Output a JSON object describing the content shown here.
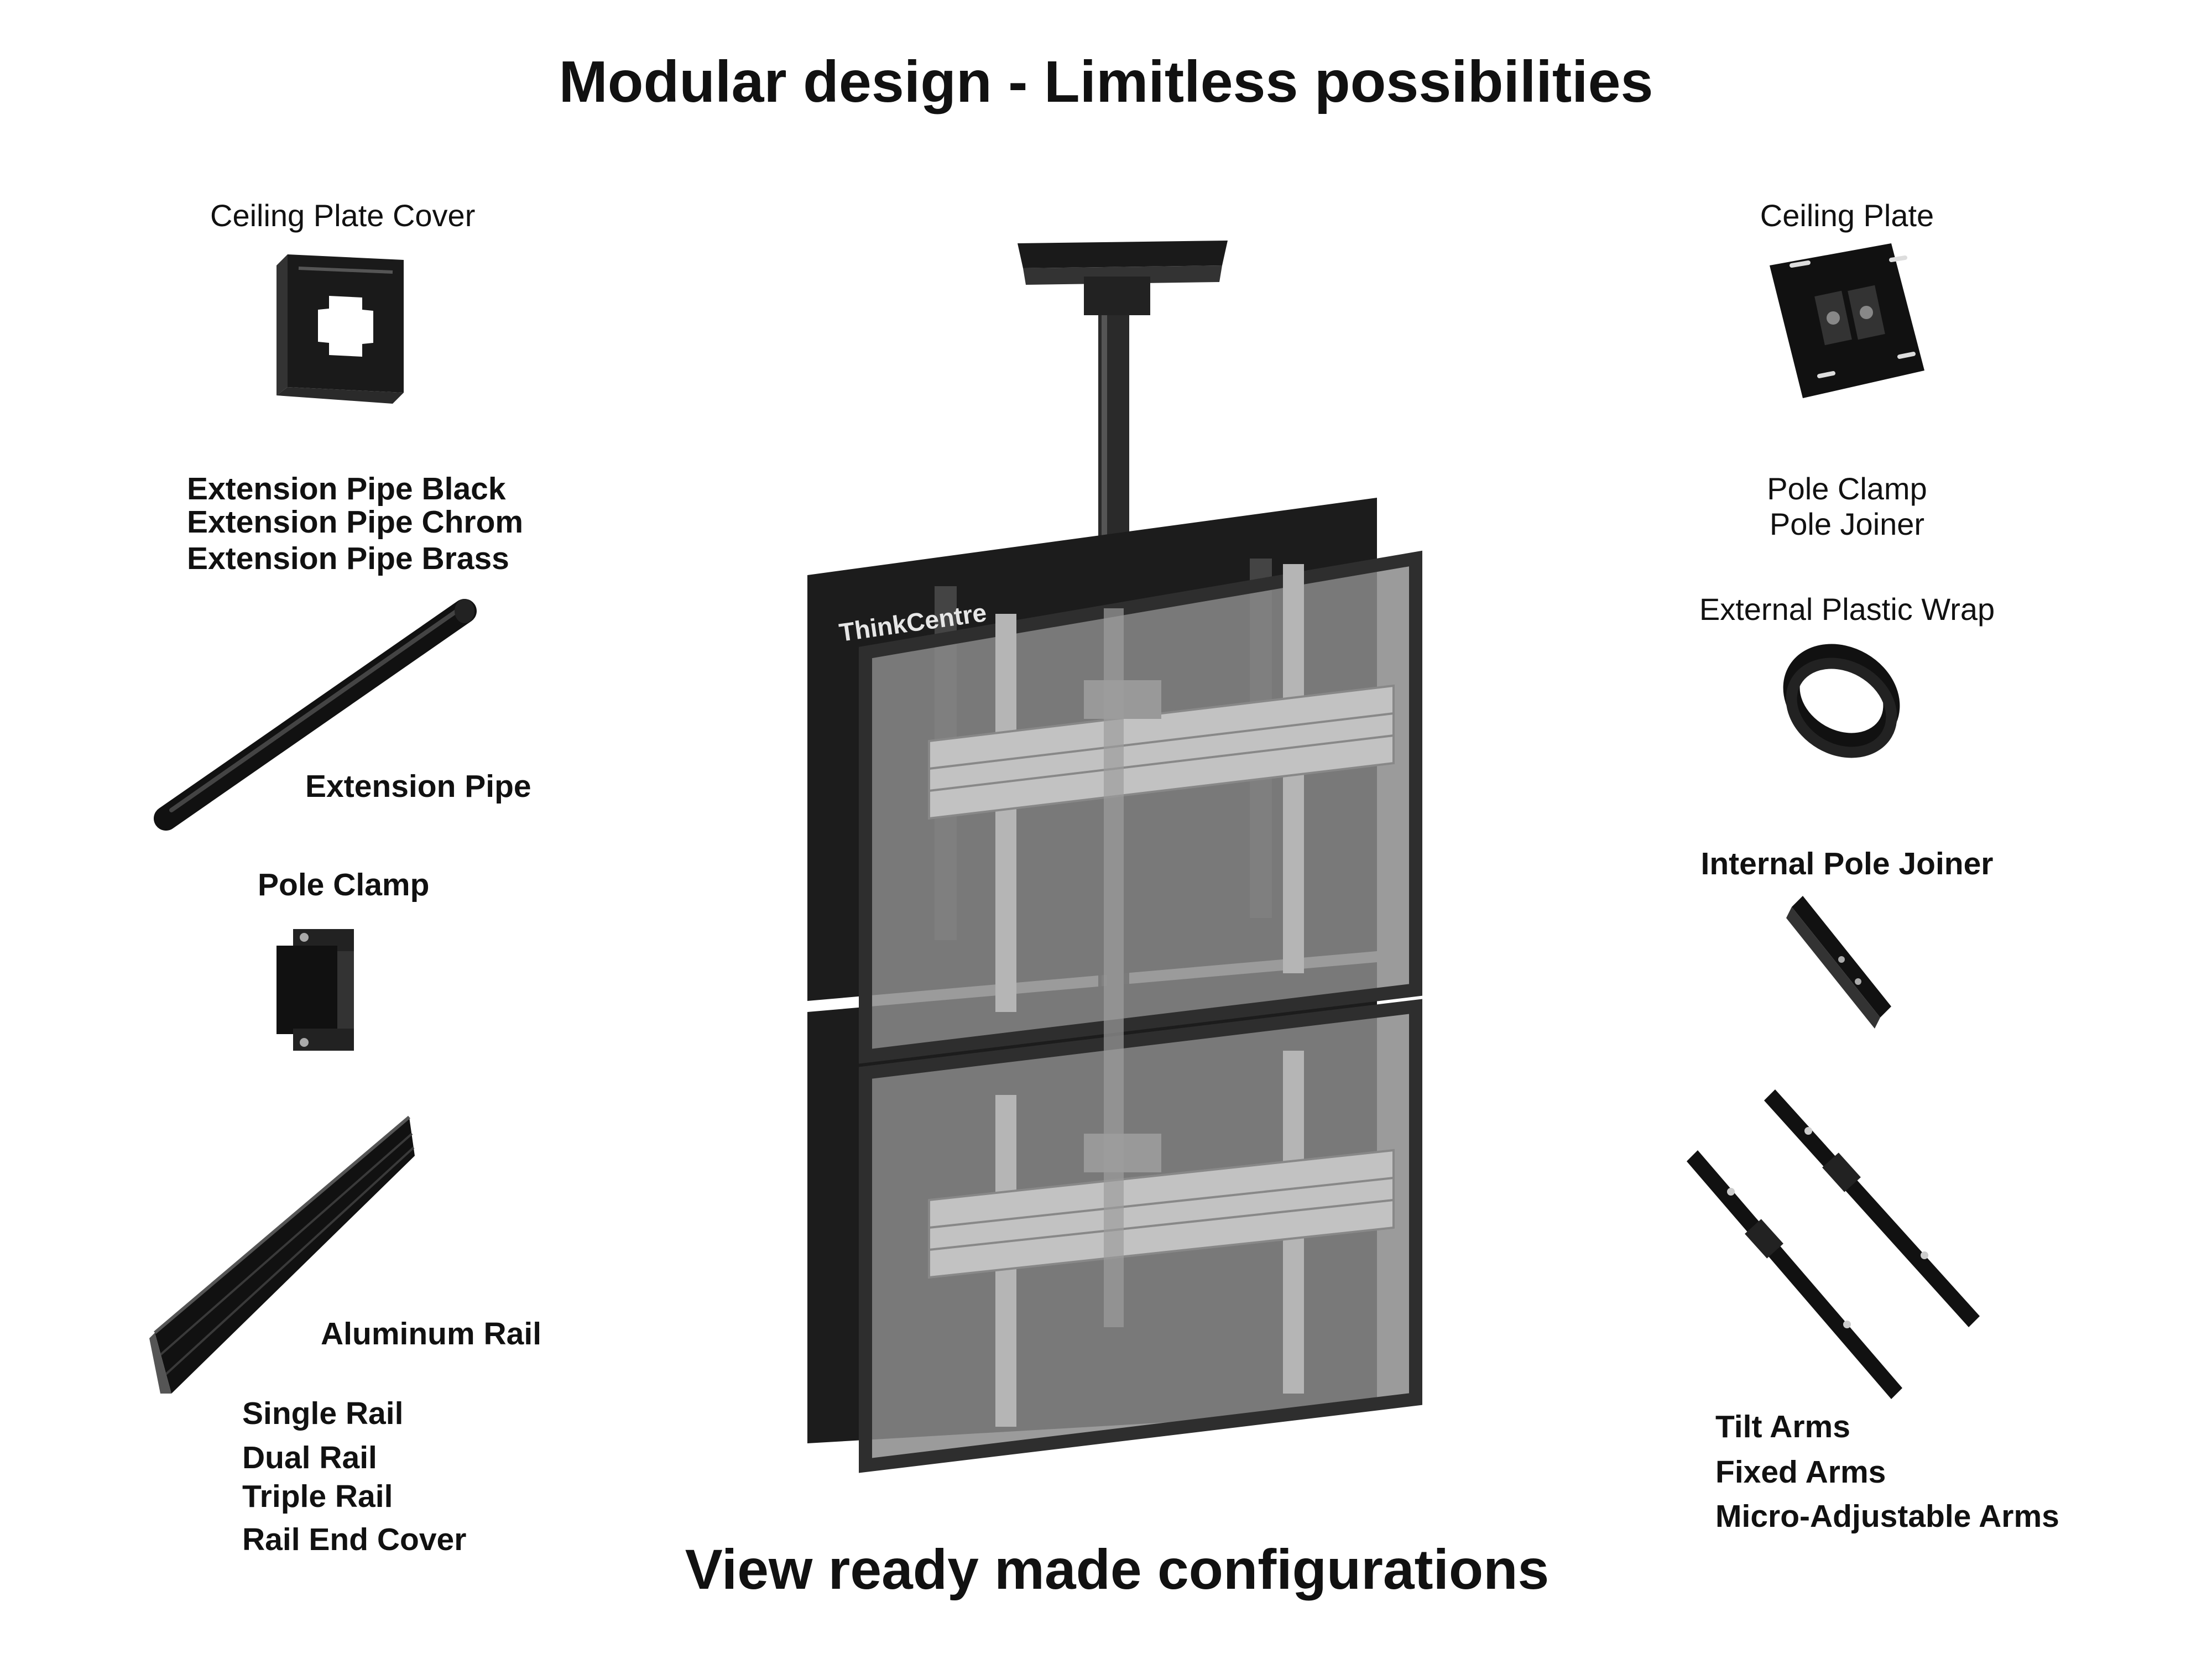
{
  "title": "Modular design - Limitless possibilities",
  "cta": "View ready made configurations",
  "left": {
    "ceiling_plate_cover": "Ceiling Plate Cover",
    "extension_pipe_variants": [
      "Extension Pipe Black",
      "Extension Pipe Chrom",
      "Extension Pipe Brass"
    ],
    "extension_pipe": "Extension Pipe",
    "pole_clamp": "Pole Clamp",
    "aluminum_rail": "Aluminum Rail",
    "rail_variants": [
      "Single Rail",
      "Dual Rail",
      "Triple Rail",
      "Rail End Cover"
    ]
  },
  "right": {
    "ceiling_plate": "Ceiling Plate",
    "pole_clamp_joiner": [
      "Pole Clamp",
      "Pole Joiner"
    ],
    "external_plastic_wrap": "External Plastic Wrap",
    "internal_pole_joiner": "Internal Pole Joiner",
    "arm_variants": [
      "Tilt Arms",
      "Fixed Arms",
      "Micro-Adjustable Arms"
    ]
  },
  "center": {
    "screen_brand": "ThinkCentre"
  }
}
